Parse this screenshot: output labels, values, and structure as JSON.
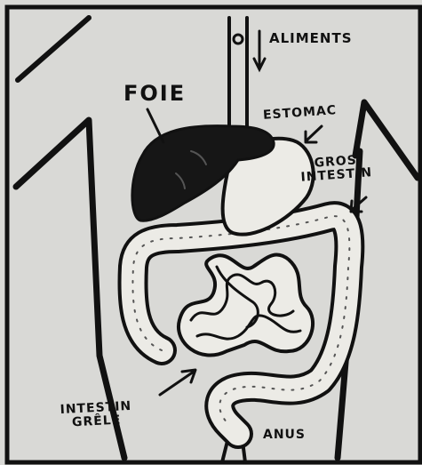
{
  "labels": {
    "aliments": "ALIMENTS",
    "foie": "FOIE",
    "estomac": "ESTOMAC",
    "gros_intestin_line1": "GROS",
    "gros_intestin_line2": "INTESTIN",
    "intestin_grele_line1": "INTESTIN",
    "intestin_grele_line2": "GRÊLE",
    "anus": "ANUS"
  },
  "colors": {
    "background": "#d9d9d6",
    "ink": "#111111",
    "organ_fill": "#ecebe6"
  }
}
